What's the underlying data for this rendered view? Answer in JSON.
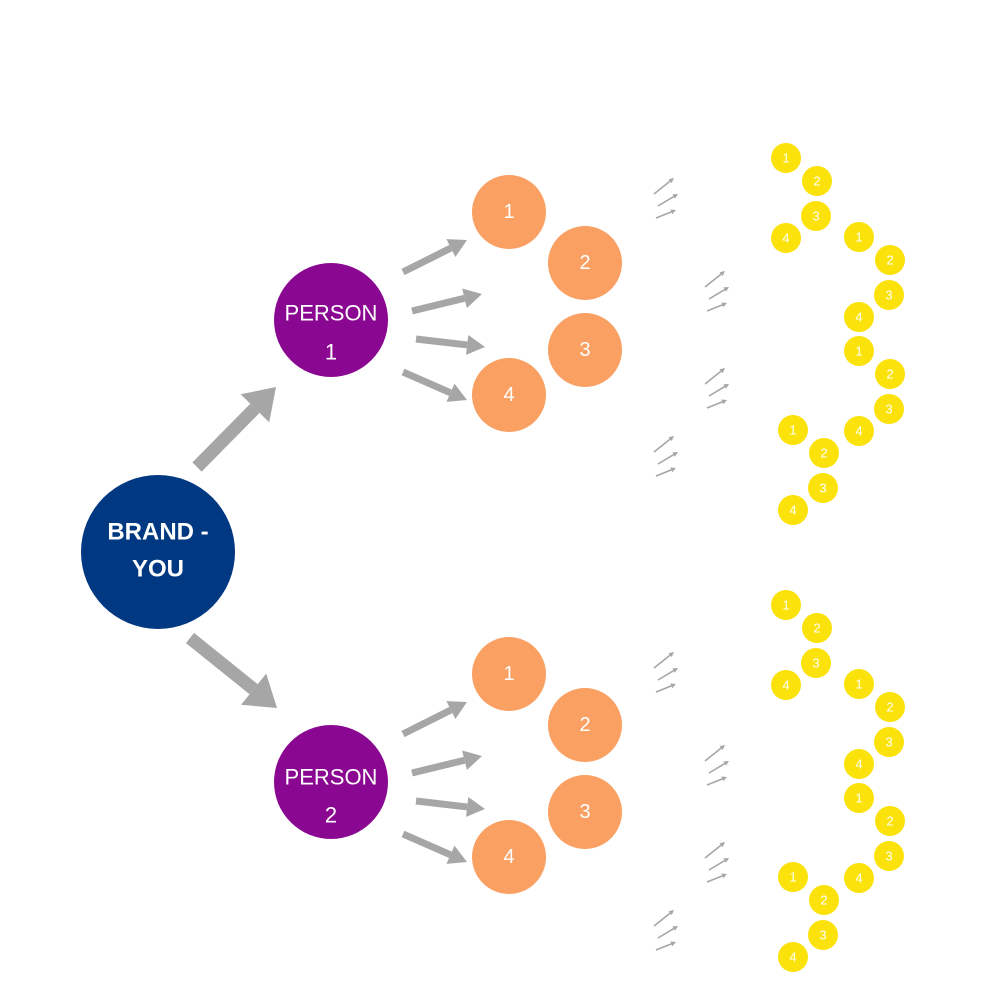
{
  "colors": {
    "brand": "#003882",
    "person": "#8a0891",
    "orange": "#f9a062",
    "yellow": "#fbe20a",
    "arrow": "#a6a6a6",
    "text": "#ffffff"
  },
  "brand": {
    "line1": "BRAND -",
    "line2": "YOU"
  },
  "people": [
    {
      "line1": "PERSON",
      "line2": "1",
      "contacts": [
        "1",
        "2",
        "3",
        "4"
      ],
      "clusters": [
        [
          "1",
          "2",
          "3",
          "4"
        ],
        [
          "1",
          "2",
          "3",
          "4"
        ],
        [
          "1",
          "2",
          "3",
          "4"
        ],
        [
          "1",
          "2",
          "3",
          "4"
        ]
      ]
    },
    {
      "line1": "PERSON",
      "line2": "2",
      "contacts": [
        "1",
        "2",
        "3",
        "4"
      ],
      "clusters": [
        [
          "1",
          "2",
          "3",
          "4"
        ],
        [
          "1",
          "2",
          "3",
          "4"
        ],
        [
          "1",
          "2",
          "3",
          "4"
        ],
        [
          "1",
          "2",
          "3",
          "4"
        ]
      ]
    }
  ]
}
